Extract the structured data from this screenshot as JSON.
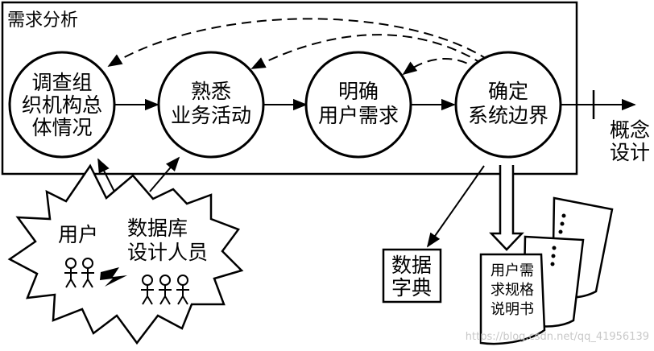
{
  "frame": {
    "title": "需求分析"
  },
  "nodes": [
    {
      "id": "survey",
      "lines": [
        "调查组",
        "织机构总",
        "体情况"
      ]
    },
    {
      "id": "familiar",
      "lines": [
        "熟悉",
        "业务活动"
      ]
    },
    {
      "id": "clarify",
      "lines": [
        "明确",
        "用户需求"
      ]
    },
    {
      "id": "boundary",
      "lines": [
        "确定",
        "系统边界"
      ]
    }
  ],
  "output": {
    "lines": [
      "概念",
      "设计"
    ]
  },
  "cloud": {
    "user_label": "用户",
    "dba_lines": [
      "数据库",
      "设计人员"
    ]
  },
  "data_dictionary": {
    "lines": [
      "数据",
      "字典"
    ]
  },
  "spec": {
    "lines": [
      "用户需",
      "求规格",
      "说明书"
    ]
  },
  "watermark": "https://blog.csdn.net/qq_41956139"
}
